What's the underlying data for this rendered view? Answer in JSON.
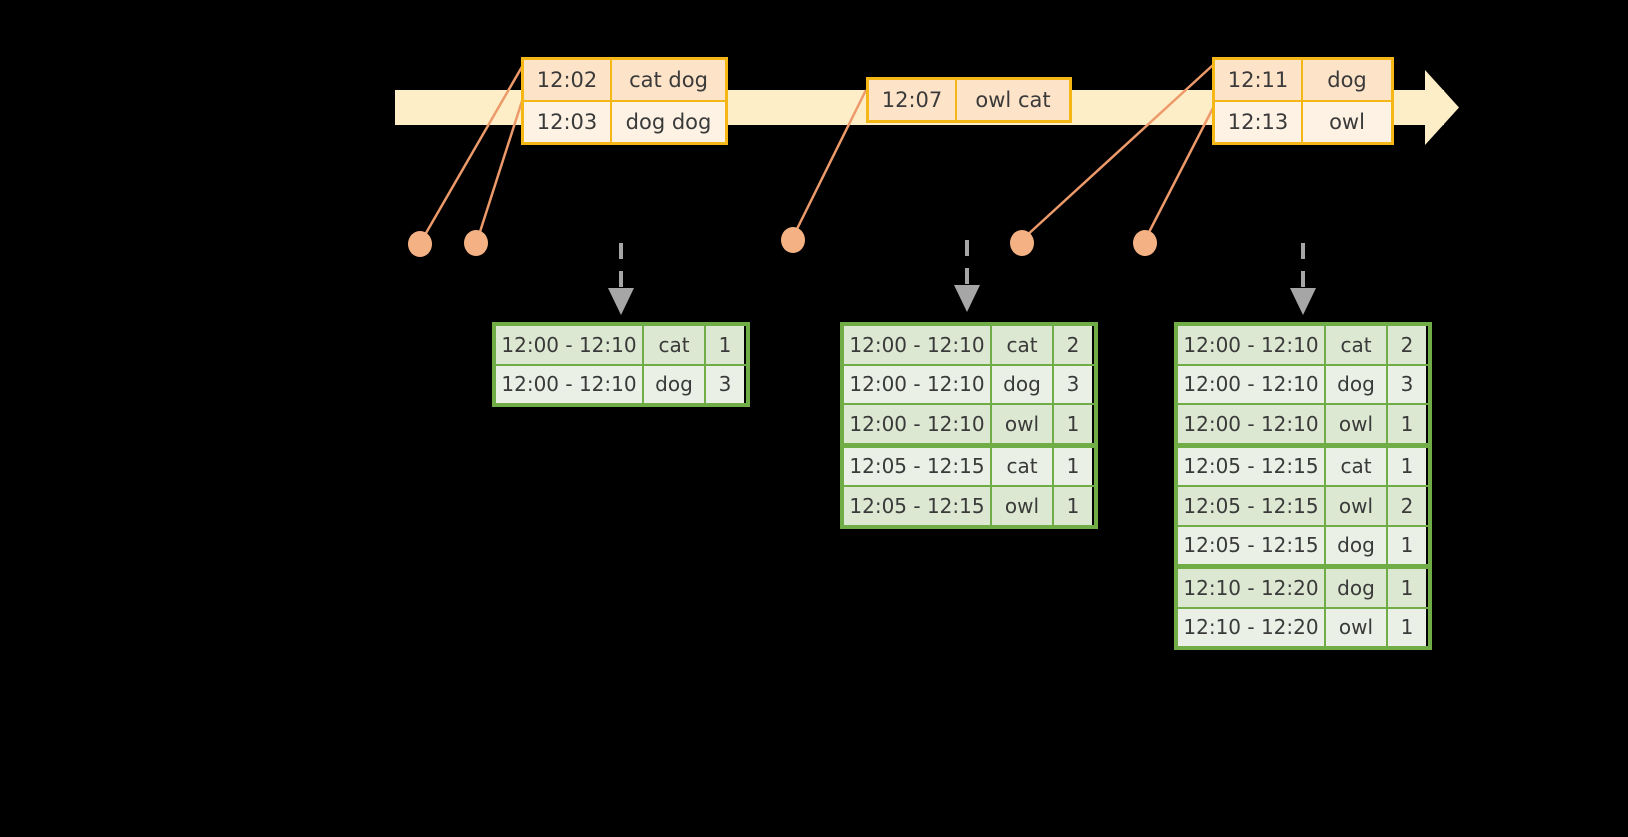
{
  "diagram": {
    "timeline": {
      "arrow_color": "#fdeec7",
      "accent_color": "#f5b715",
      "dot_color": "#f4b183",
      "connector_color": "#ed9a6a"
    },
    "events": [
      {
        "id": "event-group-1",
        "rows": [
          {
            "time": "12:02",
            "words": "cat dog"
          },
          {
            "time": "12:03",
            "words": "dog dog"
          }
        ]
      },
      {
        "id": "event-group-2",
        "rows": [
          {
            "time": "12:07",
            "words": "owl cat"
          }
        ]
      },
      {
        "id": "event-group-3",
        "rows": [
          {
            "time": "12:11",
            "words": "dog"
          },
          {
            "time": "12:13",
            "words": "owl"
          }
        ]
      }
    ],
    "tables": [
      {
        "id": "result-table-1",
        "rows": [
          {
            "window": "12:00 - 12:10",
            "word": "cat",
            "count": "1"
          },
          {
            "window": "12:00 - 12:10",
            "word": "dog",
            "count": "3"
          }
        ]
      },
      {
        "id": "result-table-2",
        "rows": [
          {
            "window": "12:00 - 12:10",
            "word": "cat",
            "count": "2"
          },
          {
            "window": "12:00 - 12:10",
            "word": "dog",
            "count": "3"
          },
          {
            "window": "12:00 - 12:10",
            "word": "owl",
            "count": "1"
          },
          {
            "window": "12:05 - 12:15",
            "word": "cat",
            "count": "1"
          },
          {
            "window": "12:05 - 12:15",
            "word": "owl",
            "count": "1"
          }
        ]
      },
      {
        "id": "result-table-3",
        "rows": [
          {
            "window": "12:00 - 12:10",
            "word": "cat",
            "count": "2"
          },
          {
            "window": "12:00 - 12:10",
            "word": "dog",
            "count": "3"
          },
          {
            "window": "12:00 - 12:10",
            "word": "owl",
            "count": "1"
          },
          {
            "window": "12:05 - 12:15",
            "word": "cat",
            "count": "1"
          },
          {
            "window": "12:05 - 12:15",
            "word": "owl",
            "count": "2"
          },
          {
            "window": "12:05 - 12:15",
            "word": "dog",
            "count": "1"
          },
          {
            "window": "12:10 - 12:20",
            "word": "dog",
            "count": "1"
          },
          {
            "window": "12:10 - 12:20",
            "word": "owl",
            "count": "1"
          }
        ]
      }
    ]
  }
}
